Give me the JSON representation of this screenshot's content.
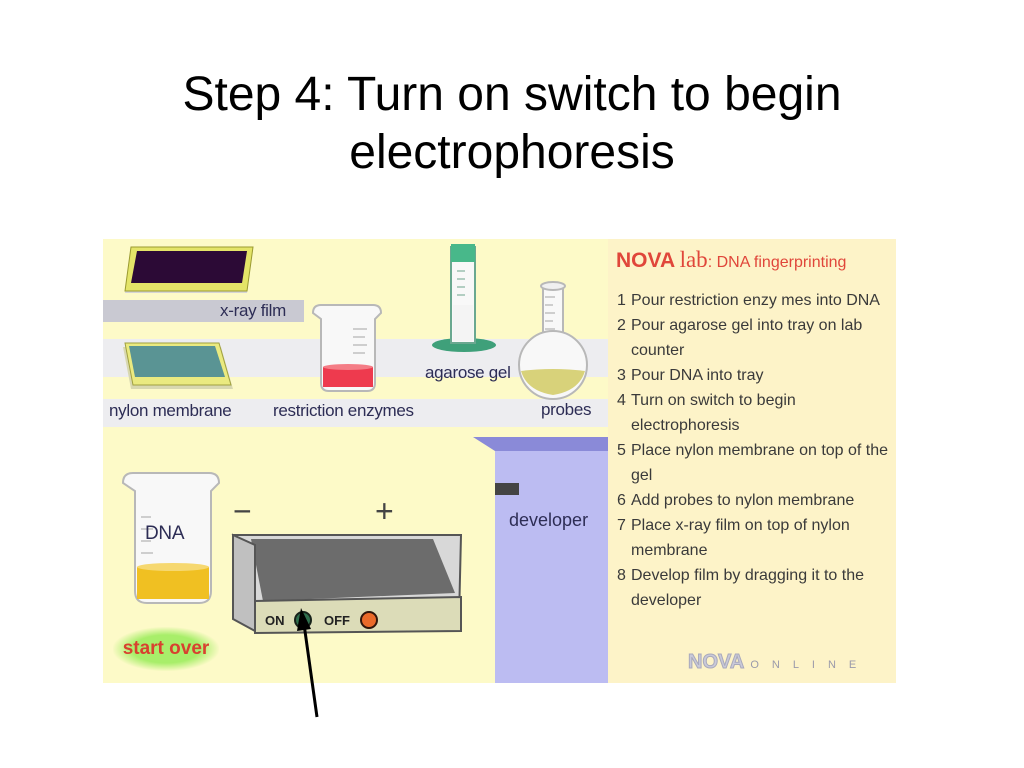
{
  "slide": {
    "title_line1": "Step 4:  Turn on switch to begin",
    "title_line2": "electrophoresis"
  },
  "sim": {
    "items": {
      "xray_film": "x-ray film",
      "nylon_membrane": "nylon membrane",
      "restriction_enzymes": "restriction enzymes",
      "agarose_gel": "agarose gel",
      "probes": "probes",
      "dna": "DNA",
      "developer": "developer"
    },
    "minus_sign": "−",
    "plus_sign": "+",
    "switch_on_label": "ON",
    "switch_off_label": "OFF",
    "start_over": "start over"
  },
  "panel": {
    "nova": "NOVA",
    "lab": "lab",
    "subtitle": ": DNA fingerprinting",
    "steps": [
      {
        "num": "1",
        "text": "Pour restriction enzy mes into DNA"
      },
      {
        "num": "2",
        "text": "Pour agarose gel into tray on lab counter"
      },
      {
        "num": "3",
        "text": "Pour DNA into tray"
      },
      {
        "num": "4",
        "text": "Turn on switch to begin electrophoresis"
      },
      {
        "num": "5",
        "text": "Place nylon membrane on top of the gel"
      },
      {
        "num": "6",
        "text": "Add probes to nylon membrane"
      },
      {
        "num": "7",
        "text": "Place x-ray film on top of nylon membrane"
      },
      {
        "num": "8",
        "text": "Develop film by dragging it to the developer"
      }
    ],
    "footer_nova": "NOVA",
    "footer_online": "ONLINE"
  },
  "colors": {
    "sim_background": "#fdfac8",
    "accent_red": "#e0463a",
    "enzyme_liquid": "#ee3a4e",
    "dna_liquid": "#f0c022",
    "gel_liquid": "#f4f4f4",
    "probe_liquid": "#d8d27a",
    "developer": "#bcbcf2",
    "switch_on": "#2f6e4d",
    "switch_off": "#ea6a2a"
  }
}
